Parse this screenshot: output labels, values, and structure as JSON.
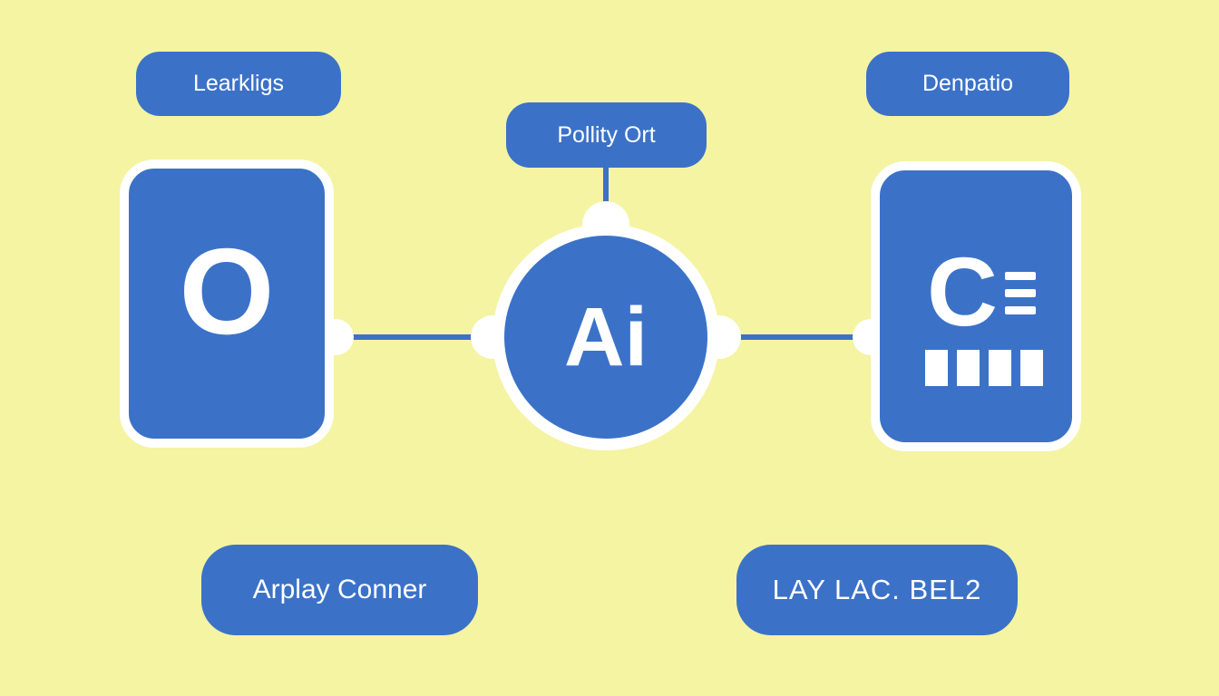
{
  "diagram": {
    "colors": {
      "background": "#F4F4A3",
      "node_blue": "#3B72C8",
      "text": "#FFFFFF"
    },
    "pills": {
      "top_left": {
        "text": "Learkligs"
      },
      "top_center": {
        "text": "Pollity Ort"
      },
      "top_right": {
        "text": "Denpatio"
      },
      "bottom_left": {
        "text": "Arplay Conner"
      },
      "bottom_right": {
        "text": "LAY LAC. BEL2"
      }
    },
    "left_card": {
      "glyph": "O"
    },
    "center_node": {
      "text": "Ai"
    },
    "right_card": {
      "glyph": "C"
    }
  }
}
